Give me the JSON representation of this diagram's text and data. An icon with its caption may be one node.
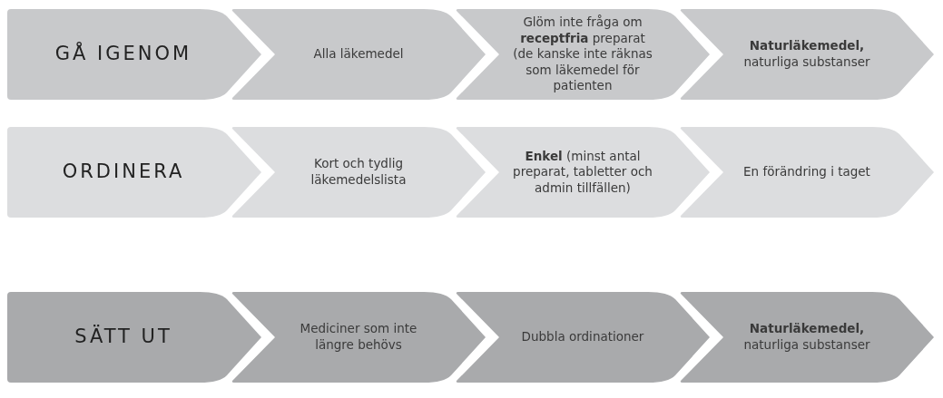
{
  "diagram": {
    "nodes": [
      {
        "text": [
          "GÅ IGENOM"
        ]
      },
      {
        "text": [
          "Alla läkemedel"
        ]
      },
      {
        "text": [
          "Glöm inte fråga om **receptfria** preparat (de kanske inte räknas som läkemedel för patienten"
        ]
      },
      {
        "text": [
          "**Naturläkemedel,** naturliga substanser"
        ]
      },
      {
        "text": [
          "ORDINERA"
        ]
      },
      {
        "text": [
          "Kort och tydlig läkemedelslista"
        ]
      },
      {
        "text": [
          "**Enkel** (minst antal preparat, tabletter och admin tillfällen)"
        ]
      },
      {
        "text": [
          "En förändring i taget"
        ]
      },
      {
        "text": [
          "SÄTT UT"
        ]
      },
      {
        "text": [
          "Mediciner som inte längre behövs"
        ]
      },
      {
        "text": [
          "Dubbla ordinationer"
        ]
      },
      {
        "text": [
          "**Naturläkemedel,** naturliga substanser"
        ]
      }
    ],
    "edges": []
  }
}
